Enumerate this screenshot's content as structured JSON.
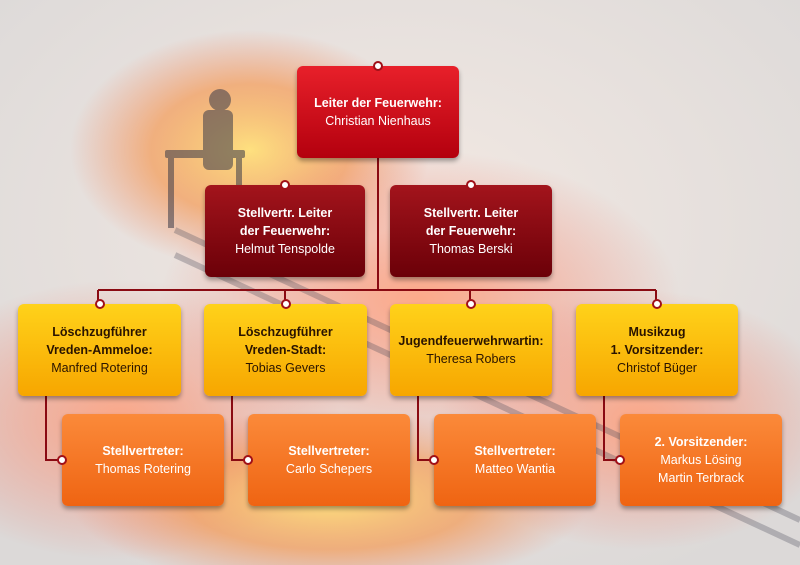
{
  "colors": {
    "red": "#d0101c",
    "dark_red": "#8a0a12",
    "yellow": "#ffc20e",
    "orange": "#f47920",
    "connector": "#8a0a12"
  },
  "nodes": {
    "leiter": {
      "title": "Leiter der Feuerwehr:",
      "name": "Christian Nienhaus"
    },
    "vertreter_1": {
      "title_1": "Stellvertr. Leiter",
      "title_2": "der Feuerwehr:",
      "name": "Helmut Tenspolde"
    },
    "vertreter_2": {
      "title_1": "Stellvertr. Leiter",
      "title_2": "der Feuerwehr:",
      "name": "Thomas Berski"
    },
    "loeschzug_ammeloe": {
      "title_1": "Löschzugführer",
      "title_2": "Vreden-Ammeloe:",
      "name": "Manfred Rotering"
    },
    "loeschzug_stadt": {
      "title_1": "Löschzugführer",
      "title_2": "Vreden-Stadt:",
      "name": "Tobias Gevers"
    },
    "jugendfeuerwehr": {
      "title": "Jugendfeuerwehrwartin:",
      "name": "Theresa Robers"
    },
    "musikzug": {
      "title_1": "Musikzug",
      "title_2": "1. Vorsitzender:",
      "name": "Christof Büger"
    },
    "stv_ammeloe": {
      "title": "Stellvertreter:",
      "name": "Thomas Rotering"
    },
    "stv_stadt": {
      "title": "Stellvertreter:",
      "name": "Carlo Schepers"
    },
    "stv_jugend": {
      "title": "Stellvertreter:",
      "name": "Matteo Wantia"
    },
    "musikzug_2": {
      "title": "2. Vorsitzender:",
      "name_1": "Markus Lösing",
      "name_2": "Martin Terbrack"
    }
  }
}
